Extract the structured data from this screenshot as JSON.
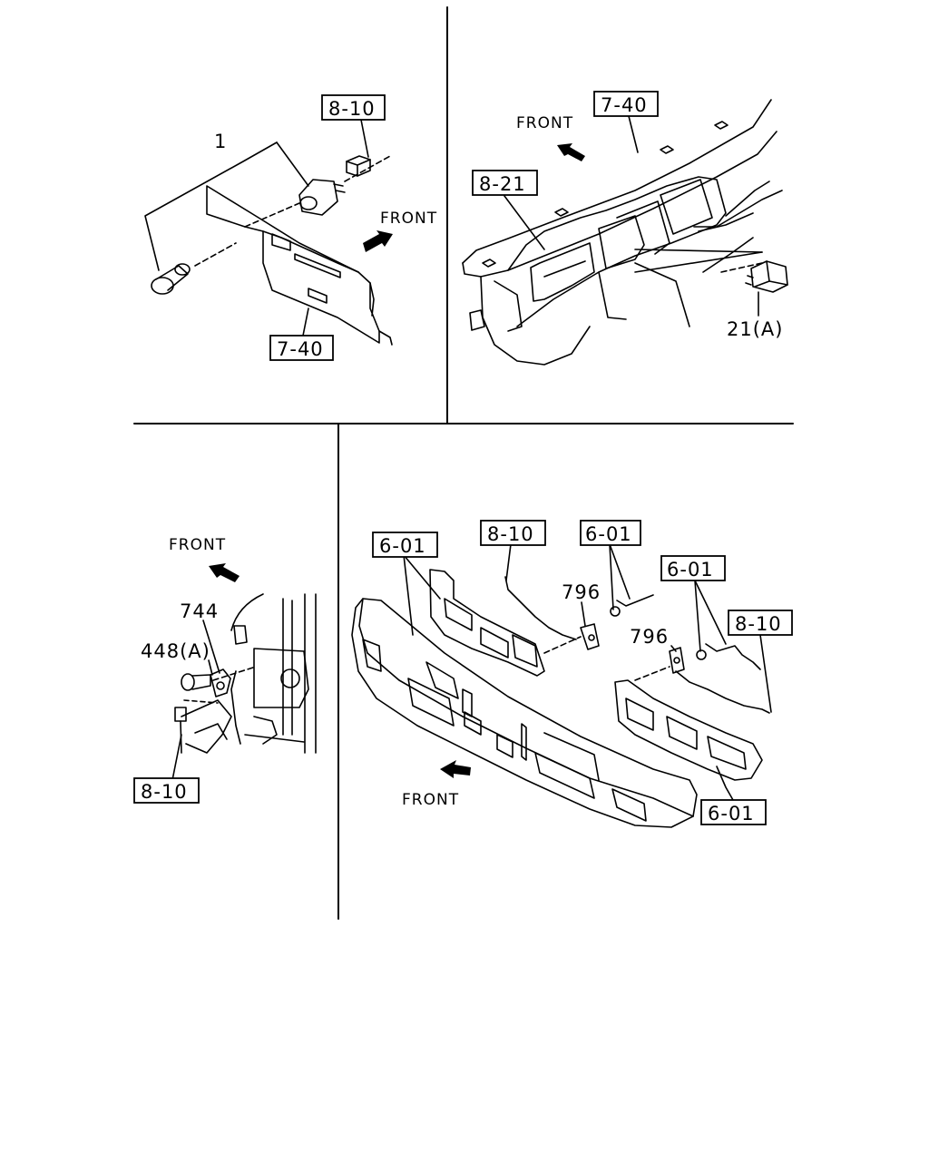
{
  "sections": {
    "top_left": {
      "part_1": "1",
      "ref_8_10": "8-10",
      "front": "FRONT",
      "ref_7_40": "7-40"
    },
    "top_right": {
      "front": "FRONT",
      "ref_7_40": "7-40",
      "ref_8_21": "8-21",
      "part_21a": "21(A)"
    },
    "bottom_left": {
      "front": "FRONT",
      "part_744": "744",
      "part_448a": "448(A)",
      "ref_8_10": "8-10"
    },
    "bottom_right": {
      "ref_6_01_a": "6-01",
      "ref_8_10_a": "8-10",
      "ref_6_01_b": "6-01",
      "part_796_a": "796",
      "ref_6_01_c": "6-01",
      "part_796_b": "796",
      "ref_8_10_b": "8-10",
      "front": "FRONT",
      "ref_6_01_d": "6-01"
    }
  }
}
